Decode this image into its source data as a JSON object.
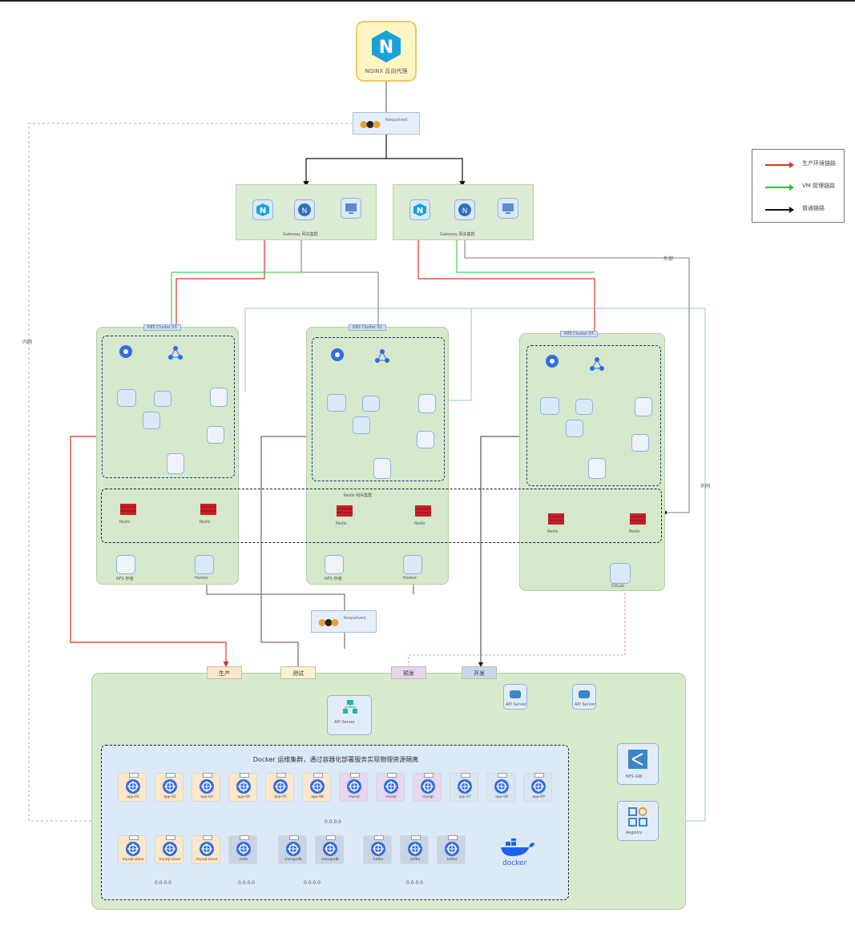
{
  "nginx": {
    "label": "NGINX 反向代理",
    "icon": "nginx-logo-icon"
  },
  "keepalived_top": {
    "label": "Keepalived"
  },
  "keepalived_mid": {
    "label": "Keepalived"
  },
  "gateway_groups": [
    {
      "label": "Gateway 网关集群",
      "services": [
        "nginx",
        "sentinel",
        "dashboard"
      ]
    },
    {
      "label": "Gateway 网关集群",
      "services": [
        "nginx",
        "sentinel",
        "dashboard"
      ]
    }
  ],
  "side_labels": {
    "left": "内网",
    "right_top": "外部",
    "right_mid": "外网"
  },
  "clusters": [
    {
      "title": "K8S Cluster 01",
      "redis": [
        "Redis",
        "Redis"
      ],
      "bottom_left": "NFS 存储",
      "bottom_right": "Harbor"
    },
    {
      "title": "K8S Cluster 02",
      "redis": [
        "Redis",
        "Redis"
      ],
      "bottom_left": "NFS 存储",
      "bottom_right": "Harbor",
      "redis_group": "Redis 哨兵集群"
    },
    {
      "title": "K8S Cluster 03",
      "redis": [
        "Redis",
        "Redis"
      ],
      "bottom_right": "GitLab"
    }
  ],
  "legend": {
    "items": [
      {
        "label": "生产环境链路",
        "color": "#d9381e"
      },
      {
        "label": "VM 管理链路",
        "color": "#2fbf2f"
      },
      {
        "label": "普通链路",
        "color": "#111111"
      }
    ]
  },
  "env_tags": [
    {
      "label": "生产",
      "color": "#fde7c8"
    },
    {
      "label": "测试",
      "color": "#fdf0cf"
    },
    {
      "label": "预发",
      "color": "#e8d4ef"
    },
    {
      "label": "开发",
      "color": "#c9d8e8"
    }
  ],
  "docker_area": {
    "title": "Docker 运维集群，通过容器化部署服务实现物理资源隔离",
    "apiserver": "API Server",
    "right_nodes": [
      "API Server",
      "API Server"
    ],
    "nfs": "NFS-GW",
    "registry": "Registry",
    "group_ips": [
      "0.0.0.0",
      "0.0.0.0",
      "0.0.0.0",
      "0.0.0.0",
      "0.0.0.0"
    ],
    "row1": [
      "app-01",
      "app-02",
      "app-03",
      "app-04",
      "app-05",
      "app-06",
      "mysql",
      "mysql",
      "mysql",
      "app-07",
      "app-08",
      "app-09"
    ],
    "row2": [
      "mysql-slave",
      "mysql-slave",
      "mysql-slave",
      "redis",
      "mongodb",
      "mongodb",
      "kafka",
      "kafka",
      "kafka"
    ],
    "docker_label": "docker"
  }
}
